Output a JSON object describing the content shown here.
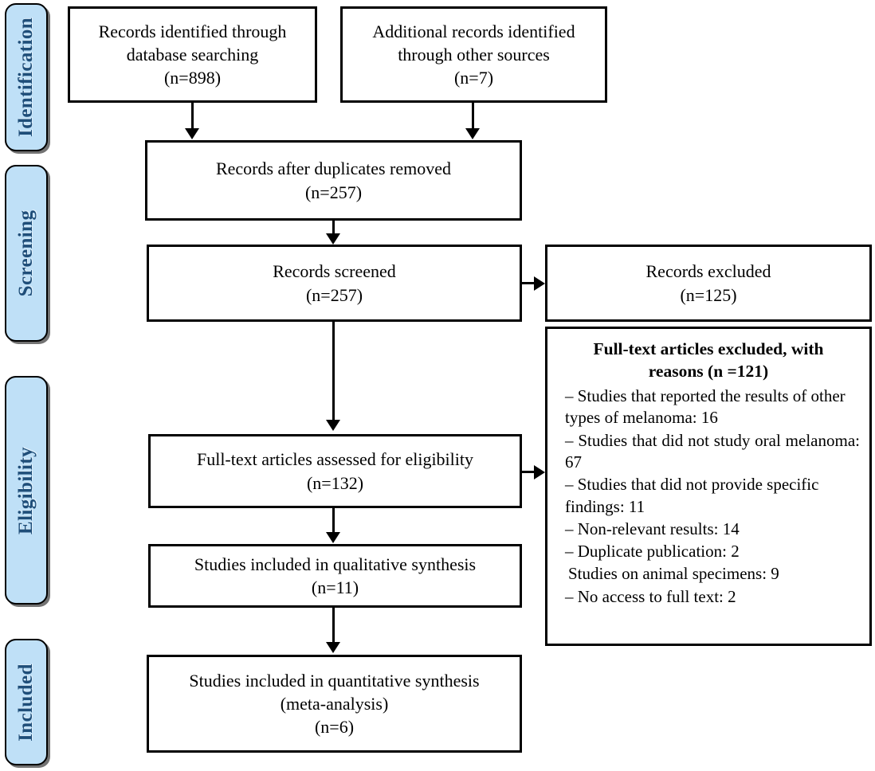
{
  "diagram": {
    "title": "PRISMA flow diagram",
    "colors": {
      "stage_fill": "#bfe0f7",
      "stage_text": "#1f4e79",
      "box_border": "#000000",
      "box_fill": "#ffffff",
      "connector": "#000000"
    }
  },
  "stages": [
    {
      "id": "identification",
      "label": "Identification"
    },
    {
      "id": "screening",
      "label": "Screening"
    },
    {
      "id": "eligibility",
      "label": "Eligibility"
    },
    {
      "id": "included",
      "label": "Included"
    }
  ],
  "boxes": {
    "records_identified": {
      "line1": "Records identified through",
      "line2": "database searching",
      "line3": "(n=898)"
    },
    "additional_records": {
      "line1": "Additional records identified",
      "line2": "through other sources",
      "line3": "(n=7)"
    },
    "after_duplicates": {
      "line1": "Records after duplicates removed",
      "line2": "(n=257)"
    },
    "records_screened": {
      "line1": "Records screened",
      "line2": "(n=257)"
    },
    "records_excluded": {
      "line1": "Records excluded",
      "line2": "(n=125)"
    },
    "fulltext_assessed": {
      "line1": "Full-text articles assessed for eligibility",
      "line2": "(n=132)"
    },
    "qualitative": {
      "line1": "Studies included in qualitative synthesis",
      "line2": "(n=11)"
    },
    "quantitative": {
      "line1": "Studies included in quantitative synthesis",
      "line2": "(meta-analysis)",
      "line3": "(n=6)"
    },
    "fulltext_excluded": {
      "title_line1": "Full-text articles excluded, with",
      "title_line2": "reasons (n =121)",
      "reasons": [
        "– Studies that reported the results of other types of melanoma: 16",
        "– Studies that did not study oral melanoma: 67",
        "–  Studies that did not provide specific findings: 11",
        "– Non-relevant results: 14",
        "– Duplicate publication: 2",
        "Studies on animal specimens: 9",
        "– No access to full text: 2"
      ]
    }
  }
}
